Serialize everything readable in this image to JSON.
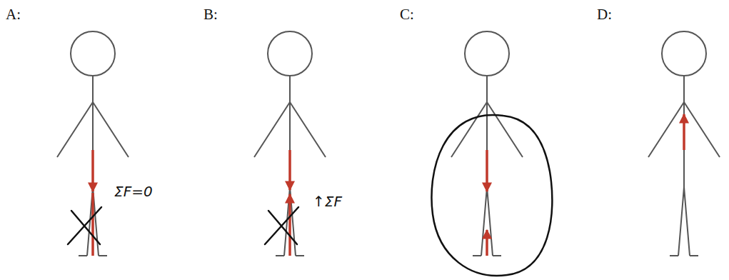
{
  "diagram": {
    "labels": [
      "A:",
      "B:",
      "C:",
      "D:",
      "ΣF=0",
      "↑ΣF"
    ]
  }
}
